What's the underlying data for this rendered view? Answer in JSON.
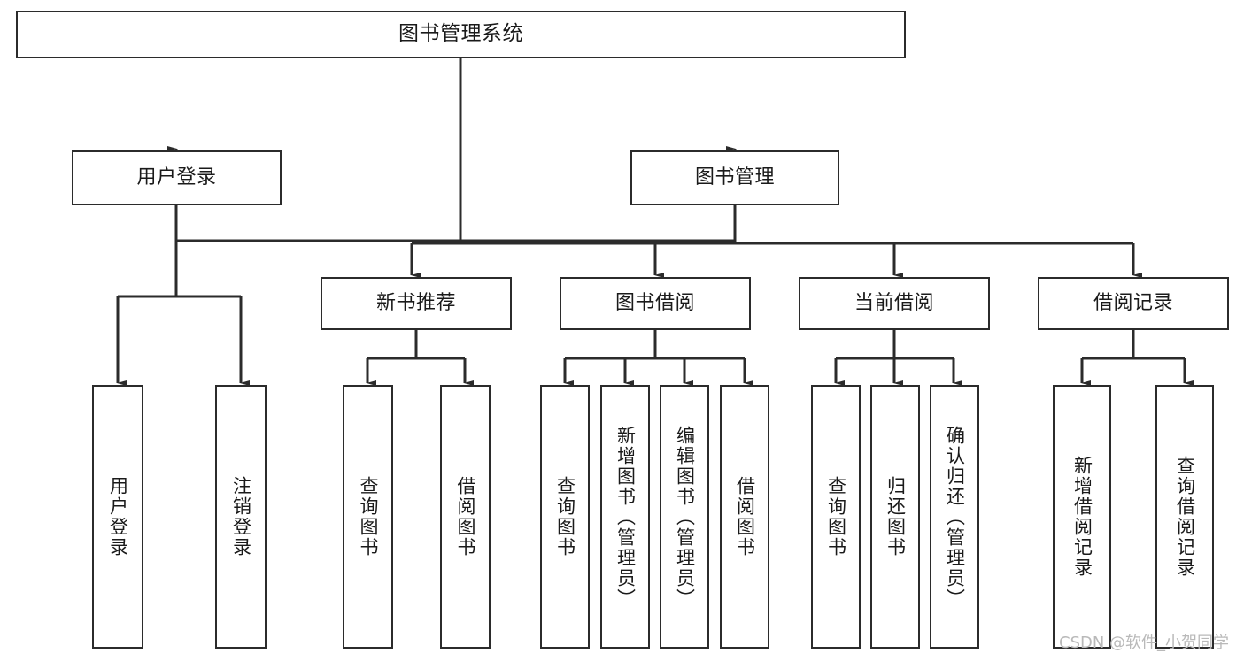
{
  "diagram": {
    "title": "图书管理系统",
    "type": "tree-hierarchy",
    "watermark": "CSDN @软件_小贺同学",
    "colors": {
      "stroke": "#2b2b2b",
      "fill": "#ffffff",
      "text": "#1a1a1a",
      "watermark": "#b9b9b9"
    },
    "nodes": {
      "root": {
        "label": "图书管理系统"
      },
      "level2": [
        {
          "id": "user-login",
          "label": "用户登录"
        },
        {
          "id": "book-management",
          "label": "图书管理"
        }
      ],
      "level3": [
        {
          "id": "new-book-recommend",
          "label": "新书推荐"
        },
        {
          "id": "book-borrow",
          "label": "图书借阅"
        },
        {
          "id": "current-borrow",
          "label": "当前借阅"
        },
        {
          "id": "borrow-record",
          "label": "借阅记录"
        }
      ],
      "leaves": {
        "user-login": [
          {
            "id": "leaf-user-login",
            "label": "用户登录"
          },
          {
            "id": "leaf-logout-login",
            "label": "注销登录"
          }
        ],
        "new-book-recommend": [
          {
            "id": "leaf-query-book-1",
            "label": "查询图书"
          },
          {
            "id": "leaf-borrow-book-1",
            "label": "借阅图书"
          }
        ],
        "book-borrow": [
          {
            "id": "leaf-query-book-2",
            "label": "查询图书"
          },
          {
            "id": "leaf-add-book",
            "label": "新增图书（管理员）"
          },
          {
            "id": "leaf-edit-book",
            "label": "编辑图书（管理员）"
          },
          {
            "id": "leaf-borrow-book-2",
            "label": "借阅图书"
          }
        ],
        "current-borrow": [
          {
            "id": "leaf-query-book-3",
            "label": "查询图书"
          },
          {
            "id": "leaf-return-book",
            "label": "归还图书"
          },
          {
            "id": "leaf-confirm-return",
            "label": "确认归还（管理员）"
          }
        ],
        "borrow-record": [
          {
            "id": "leaf-add-record",
            "label": "新增借阅记录"
          },
          {
            "id": "leaf-query-record",
            "label": "查询借阅记录"
          }
        ]
      }
    }
  }
}
